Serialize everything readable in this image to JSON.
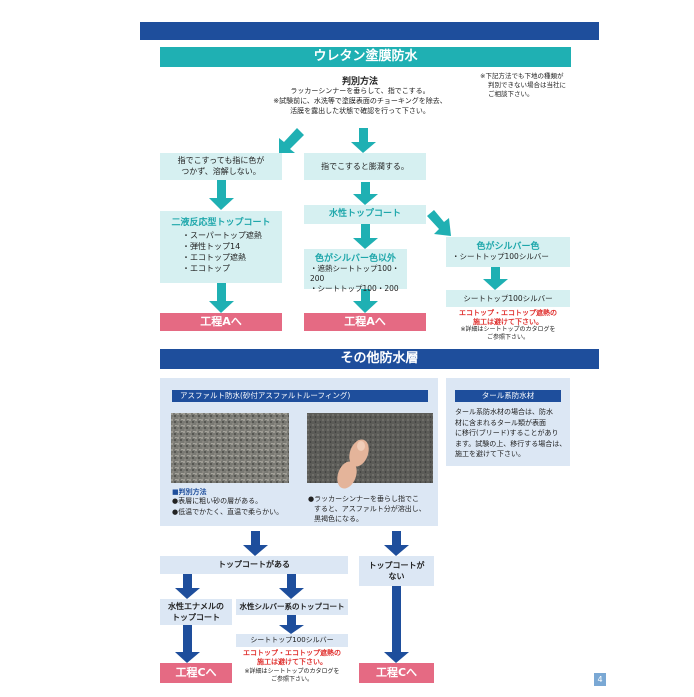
{
  "urethane": {
    "title": "ウレタン塗膜防水",
    "method_title": "判別方法",
    "method_line1": "ラッカーシンナーを垂らして、指でこする。",
    "method_line2": "※試験前に、水洗等で塗膜表面のチョーキングを除去、",
    "method_line3": "活膜を露出した状態で確認を行って下さい。",
    "side_note1": "※下記方法でも下地の種類が",
    "side_note2": "判別できない場合は当社に",
    "side_note3": "ご相談下さい。",
    "case_a1": "指でこすっても指に色が",
    "case_a2": "つかず、溶解しない。",
    "case_b": "指でこすると膨潤する。",
    "two_part_title": "二液反応型トップコート",
    "two_part_items": [
      "・スーパートップ遮熱",
      "・弾性トップ14",
      "・エコトップ遮熱",
      "・エコトップ"
    ],
    "water_title": "水性トップコート",
    "non_silver_title": "色がシルバー色以外",
    "non_silver_items": [
      "・遮熱シートトップ100・200",
      "・シートトップ100・200"
    ],
    "silver_title": "色がシルバー色",
    "silver_item": "・シートトップ100シルバー",
    "silver_result": "シートトップ100シルバー",
    "warning1": "エコトップ・エコトップ遮熱の",
    "warning2": "施工は避けて下さい。",
    "catalog1": "※詳細はシートトップのカタログを",
    "catalog2": "ご参照下さい。",
    "process_a_left": "工程Aへ",
    "process_a_mid": "工程Aへ"
  },
  "other": {
    "title": "その他防水層",
    "asphalt_title": "アスファルト防水(砂付アスファルトルーフィング)",
    "tar_title": "タール系防水材",
    "tar_text": [
      "タール系防水材の場合は、防水",
      "材に含まれるタール類が表面",
      "に移行(ブリード)することがあり",
      "ます。試験の上、移行する場合は、",
      "施工を避けて下さい。"
    ],
    "method_label": "■判別方法",
    "obs_left1": "●表層に粗い砂の層がある。",
    "obs_left2": "●低温でかたく、直温で柔らかい。",
    "obs_right1": "●ラッカーシンナーを垂らし指でこ",
    "obs_right2": "すると、アスファルト分が溶出し、",
    "obs_right3": "黒褐色になる。",
    "has_topcoat": "トップコートがある",
    "no_topcoat1": "トップコートが",
    "no_topcoat2": "ない",
    "water_enamel1": "水性エナメルの",
    "water_enamel2": "トップコート",
    "water_silver": "水性シルバー系のトップコート",
    "sheet_silver": "シートトップ100シルバー",
    "warning1": "エコトップ・エコトップ遮熱の",
    "warning2": "施工は避けて下さい。",
    "catalog1": "※詳細はシートトップのカタログを",
    "catalog2": "ご参照下さい。",
    "process_c_left": "工程Cへ",
    "process_c_right": "工程Cへ"
  },
  "page_number": "4",
  "colors": {
    "teal": "#1fb0b3",
    "navy": "#1e4e9c",
    "pink": "#e56a83",
    "red": "#e0312f"
  }
}
